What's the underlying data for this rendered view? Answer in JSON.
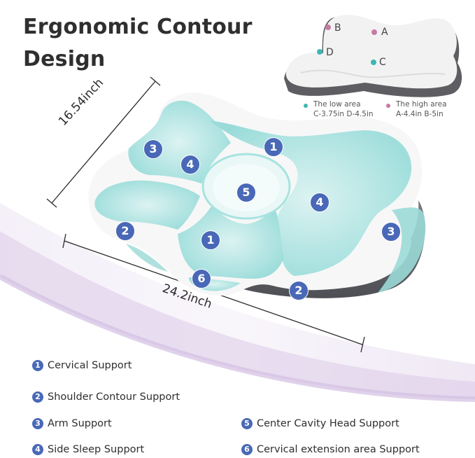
{
  "title": "Ergonomic Contour Design",
  "inset": {
    "pins": [
      {
        "label": "B",
        "color": "#c77aa2"
      },
      {
        "label": "A",
        "color": "#c77aa2"
      },
      {
        "label": "D",
        "color": "#3fb6b3"
      },
      {
        "label": "C",
        "color": "#3fb6b3"
      }
    ],
    "low_area": {
      "title": "The low area",
      "detail": "C-3.75in D-4.5in",
      "color": "#3fb6b3"
    },
    "high_area": {
      "title": "The high area",
      "detail": "A-4.4in B-5in",
      "color": "#c77aa2"
    }
  },
  "dimensions": {
    "height": "16.54inch",
    "width": "24.2inch"
  },
  "badges": [
    "3",
    "4",
    "1",
    "5",
    "4",
    "2",
    "1",
    "3",
    "6",
    "2"
  ],
  "legend": [
    {
      "num": "1",
      "label": "Cervical Support"
    },
    {
      "num": "2",
      "label": "Shoulder Contour Support"
    },
    {
      "num": "3",
      "label": "Arm Support"
    },
    {
      "num": "4",
      "label": "Side Sleep Support"
    },
    {
      "num": "5",
      "label": "Center Cavity Head Support"
    },
    {
      "num": "6",
      "label": "Cervical extension area Support"
    }
  ],
  "colors": {
    "badge": "#4968b7",
    "contour": "#8fd9d6",
    "background_arc": "#e7dcef"
  }
}
